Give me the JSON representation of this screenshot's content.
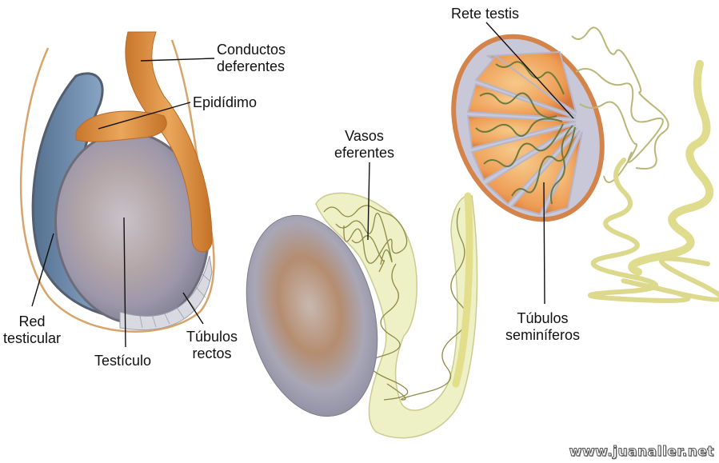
{
  "diagram": {
    "subject": "Testículo y epidídimo",
    "colors": {
      "tunica_blue": "#6f8fb3",
      "epididymis_orange": "#d98a3a",
      "testis_gray": "#a9a6b4",
      "tubule_yellow": "#e8e4a6",
      "lobule_orange": "#f0a860",
      "outline_tan": "#d9a46a"
    },
    "figure_left": {
      "labels": {
        "conductos_deferentes_line1": "Conductos",
        "conductos_deferentes_line2": "deferentes",
        "epididimo": "Epidídimo",
        "red_testicular_line1": "Red",
        "red_testicular_line2": "testicular",
        "testiculo": "Testículo",
        "tubulos_rectos_line1": "Túbulos",
        "tubulos_rectos_line2": "rectos"
      }
    },
    "figure_middle": {
      "labels": {
        "vasos_eferentes_line1": "Vasos",
        "vasos_eferentes_line2": "eferentes"
      }
    },
    "figure_right": {
      "labels": {
        "rete_testis": "Rete testis",
        "tubulos_seminiferos_line1": "Túbulos",
        "tubulos_seminiferos_line2": "seminíferos"
      }
    }
  },
  "watermark": "www.juanaller.net"
}
